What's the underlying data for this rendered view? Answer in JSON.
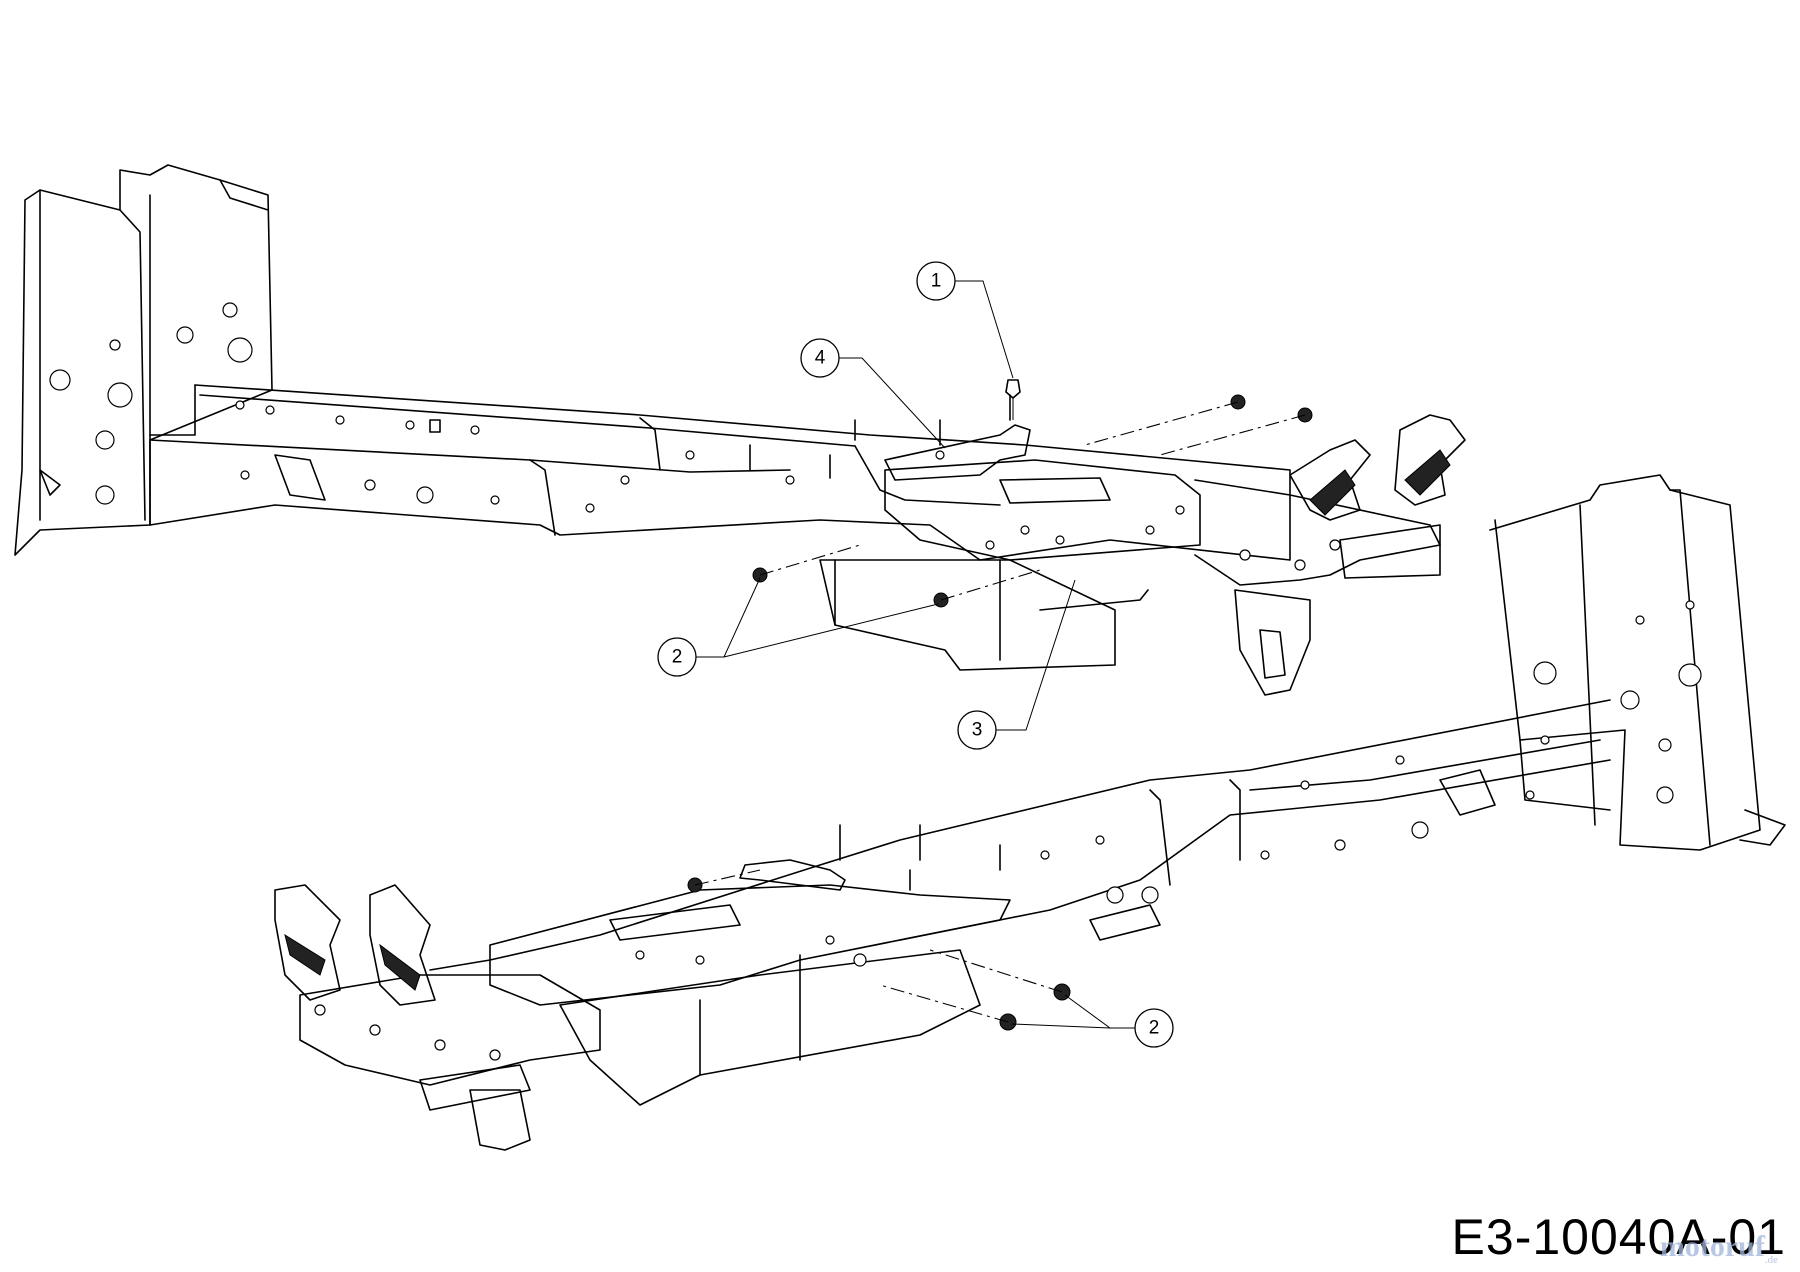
{
  "diagram": {
    "drawing_code": "E3-10040A-01",
    "watermark": "motoruf",
    "watermark_suffix": ".de",
    "callouts": [
      {
        "id": "callout-1",
        "label": "1"
      },
      {
        "id": "callout-4",
        "label": "4"
      },
      {
        "id": "callout-2-upper",
        "label": "2"
      },
      {
        "id": "callout-3",
        "label": "3"
      },
      {
        "id": "callout-2-lower",
        "label": "2"
      }
    ]
  }
}
